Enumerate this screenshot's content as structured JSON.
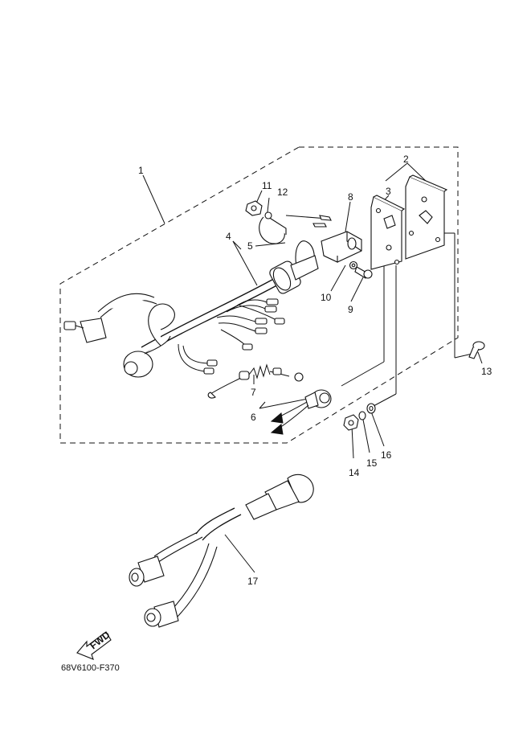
{
  "callouts": [
    "1",
    "2",
    "3",
    "4",
    "5",
    "6",
    "7",
    "8",
    "9",
    "10",
    "11",
    "12",
    "13",
    "14",
    "15",
    "16",
    "17"
  ],
  "drawing_code": "68V6100-F370",
  "fwd_label": "FWD"
}
